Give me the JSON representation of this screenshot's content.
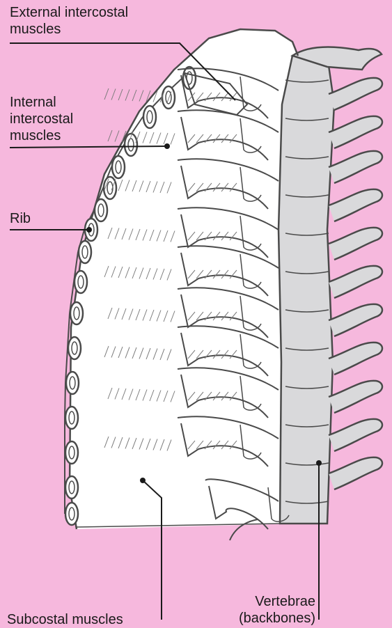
{
  "labels": {
    "external_intercostal": [
      "External intercostal",
      "muscles"
    ],
    "internal_intercostal": [
      "Internal",
      "intercostal",
      "muscles"
    ],
    "rib": "Rib",
    "subcostal": "Subcostal muscles",
    "vertebrae": [
      "Vertebrae",
      "(backbones)"
    ]
  },
  "colors": {
    "background": "#f6b8dd",
    "thorax": "#ffffff",
    "spine": "#d9d9db",
    "outline": "#4a4a4a",
    "leader": "#1a1a1a"
  }
}
